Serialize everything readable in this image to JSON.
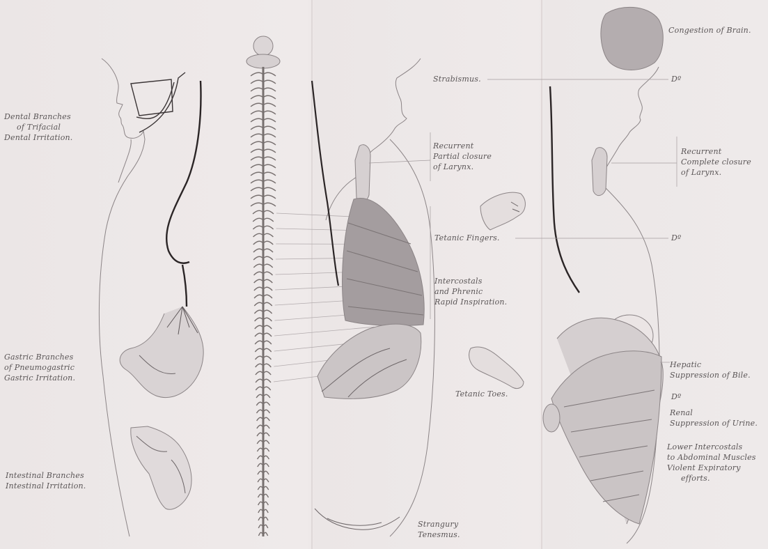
{
  "labels": {
    "dental": [
      "Dental Branches",
      "of Trifacial",
      "Dental Irritation."
    ],
    "gastric": [
      "Gastric Branches",
      "of Pneumogastric",
      "Gastric Irritation."
    ],
    "intestinal": [
      "Intestinal Branches",
      "Intestinal Irritation."
    ],
    "strabismus": "Strabismus.",
    "recurrent_partial": [
      "Recurrent",
      "Partial closure",
      "of Larynx."
    ],
    "tetanic_fingers": "Tetanic Fingers.",
    "intercostals": [
      "Intercostals",
      "and Phrenic",
      "Rapid Inspiration."
    ],
    "tetanic_toes": "Tetanic Toes.",
    "strangury": [
      "Strangury",
      "Tenesmus."
    ],
    "congestion": "Congestion of Brain.",
    "ditto_1": "Dº",
    "recurrent_complete": [
      "Recurrent",
      "Complete closure",
      "of Larynx."
    ],
    "ditto_2": "Dº",
    "hepatic": [
      "Hepatic",
      "Suppression of Bile."
    ],
    "ditto_3": "Dº",
    "renal": [
      "Renal",
      "Suppression of Urine."
    ],
    "lower_intercostals": [
      "Lower Intercostals",
      "to Abdominal Muscles",
      "Violent Expiratory",
      "efforts."
    ]
  }
}
